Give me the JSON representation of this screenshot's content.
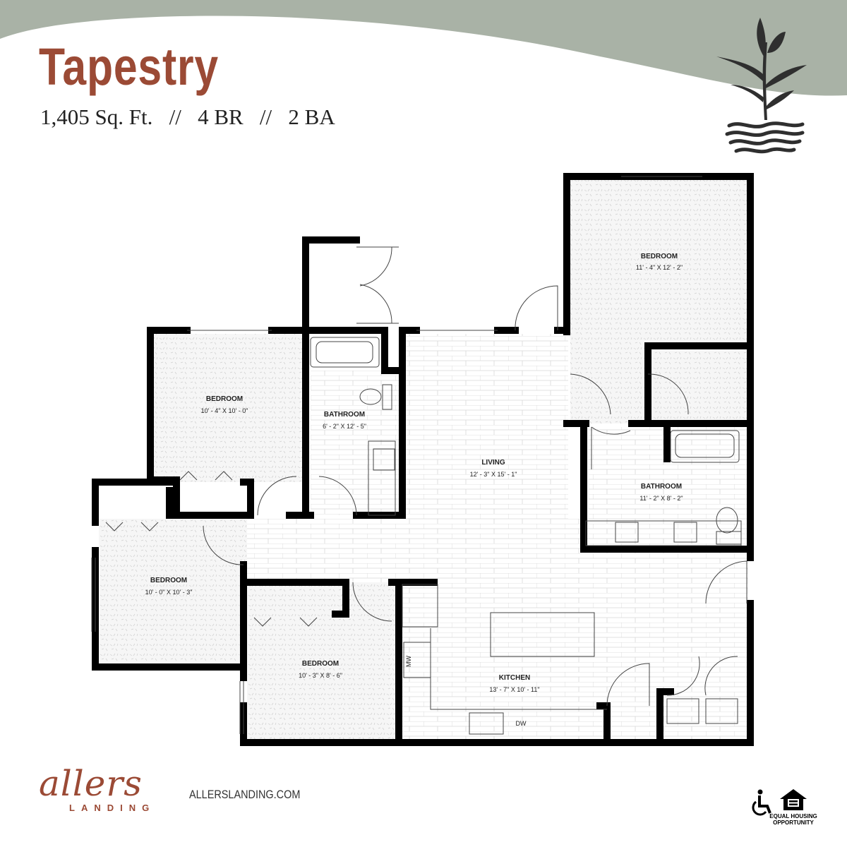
{
  "header": {
    "title": "Tapestry",
    "subtitle": "1,405 Sq. Ft.   //   4 BR   //   2 BA",
    "wave_color": "#a9b2a6",
    "title_color": "#9b4a35",
    "icon": "plant-with-water-icon"
  },
  "rooms": [
    {
      "name": "BEDROOM",
      "size": "11' - 4\" X 12' - 2\""
    },
    {
      "name": "BEDROOM",
      "size": "10' - 4\" X 10' - 0\""
    },
    {
      "name": "BATHROOM",
      "size": "6' - 2\" X 12' - 5\""
    },
    {
      "name": "LIVING",
      "size": "12' - 3\" X 15' - 1\""
    },
    {
      "name": "BATHROOM",
      "size": "11' - 2\" X 8' - 2\""
    },
    {
      "name": "BEDROOM",
      "size": "10' - 0\" X 10' - 3\""
    },
    {
      "name": "BEDROOM",
      "size": "10' - 3\" X 8' - 6\""
    },
    {
      "name": "KITCHEN",
      "size": "13' - 7\" X 10' - 11\""
    }
  ],
  "appliances": {
    "microwave": "MW",
    "dishwasher": "DW"
  },
  "footer": {
    "logo_word": "allers",
    "logo_sub": "LANDING",
    "website": "ALLERSLANDING.COM",
    "accessibility_icon": "wheelchair-icon",
    "equal_housing_icon": "equal-housing-opportunity-icon",
    "equal_housing_text": "EQUAL HOUSING OPPORTUNITY"
  }
}
